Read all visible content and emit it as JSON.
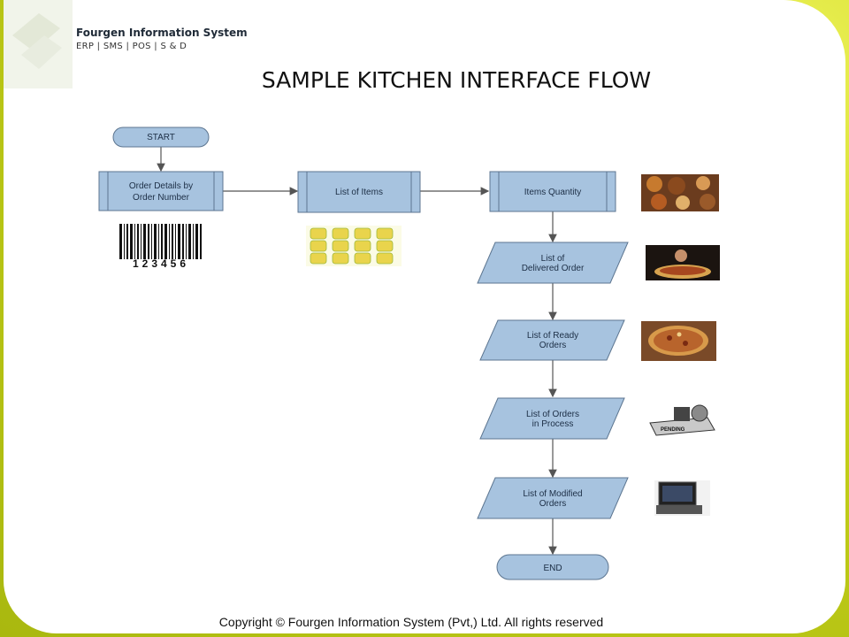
{
  "header": {
    "brand_name": "Fourgen Information System",
    "brand_tagline": "ERP | SMS | POS | S & D"
  },
  "title": "SAMPLE KITCHEN INTERFACE FLOW",
  "flow": {
    "start": "START",
    "order_details": [
      "Order Details by",
      "Order Number"
    ],
    "list_items": "List of Items",
    "items_quantity": "Items Quantity",
    "delivered": [
      "List of",
      "Delivered Order"
    ],
    "ready": [
      "List of Ready",
      "Orders"
    ],
    "in_process": [
      "List of Orders",
      "in Process"
    ],
    "modified": [
      "List of Modified",
      "Orders"
    ],
    "end": "END"
  },
  "barcode_number": "123456",
  "pending_label": "PENDING",
  "footer": "Copyright © Fourgen Information System (Pvt,) Ltd. All rights reserved",
  "colors": {
    "node_fill": "#a7c3df",
    "node_stroke": "#5c7590",
    "arrow": "#555555",
    "frame": "#c6d11a"
  }
}
